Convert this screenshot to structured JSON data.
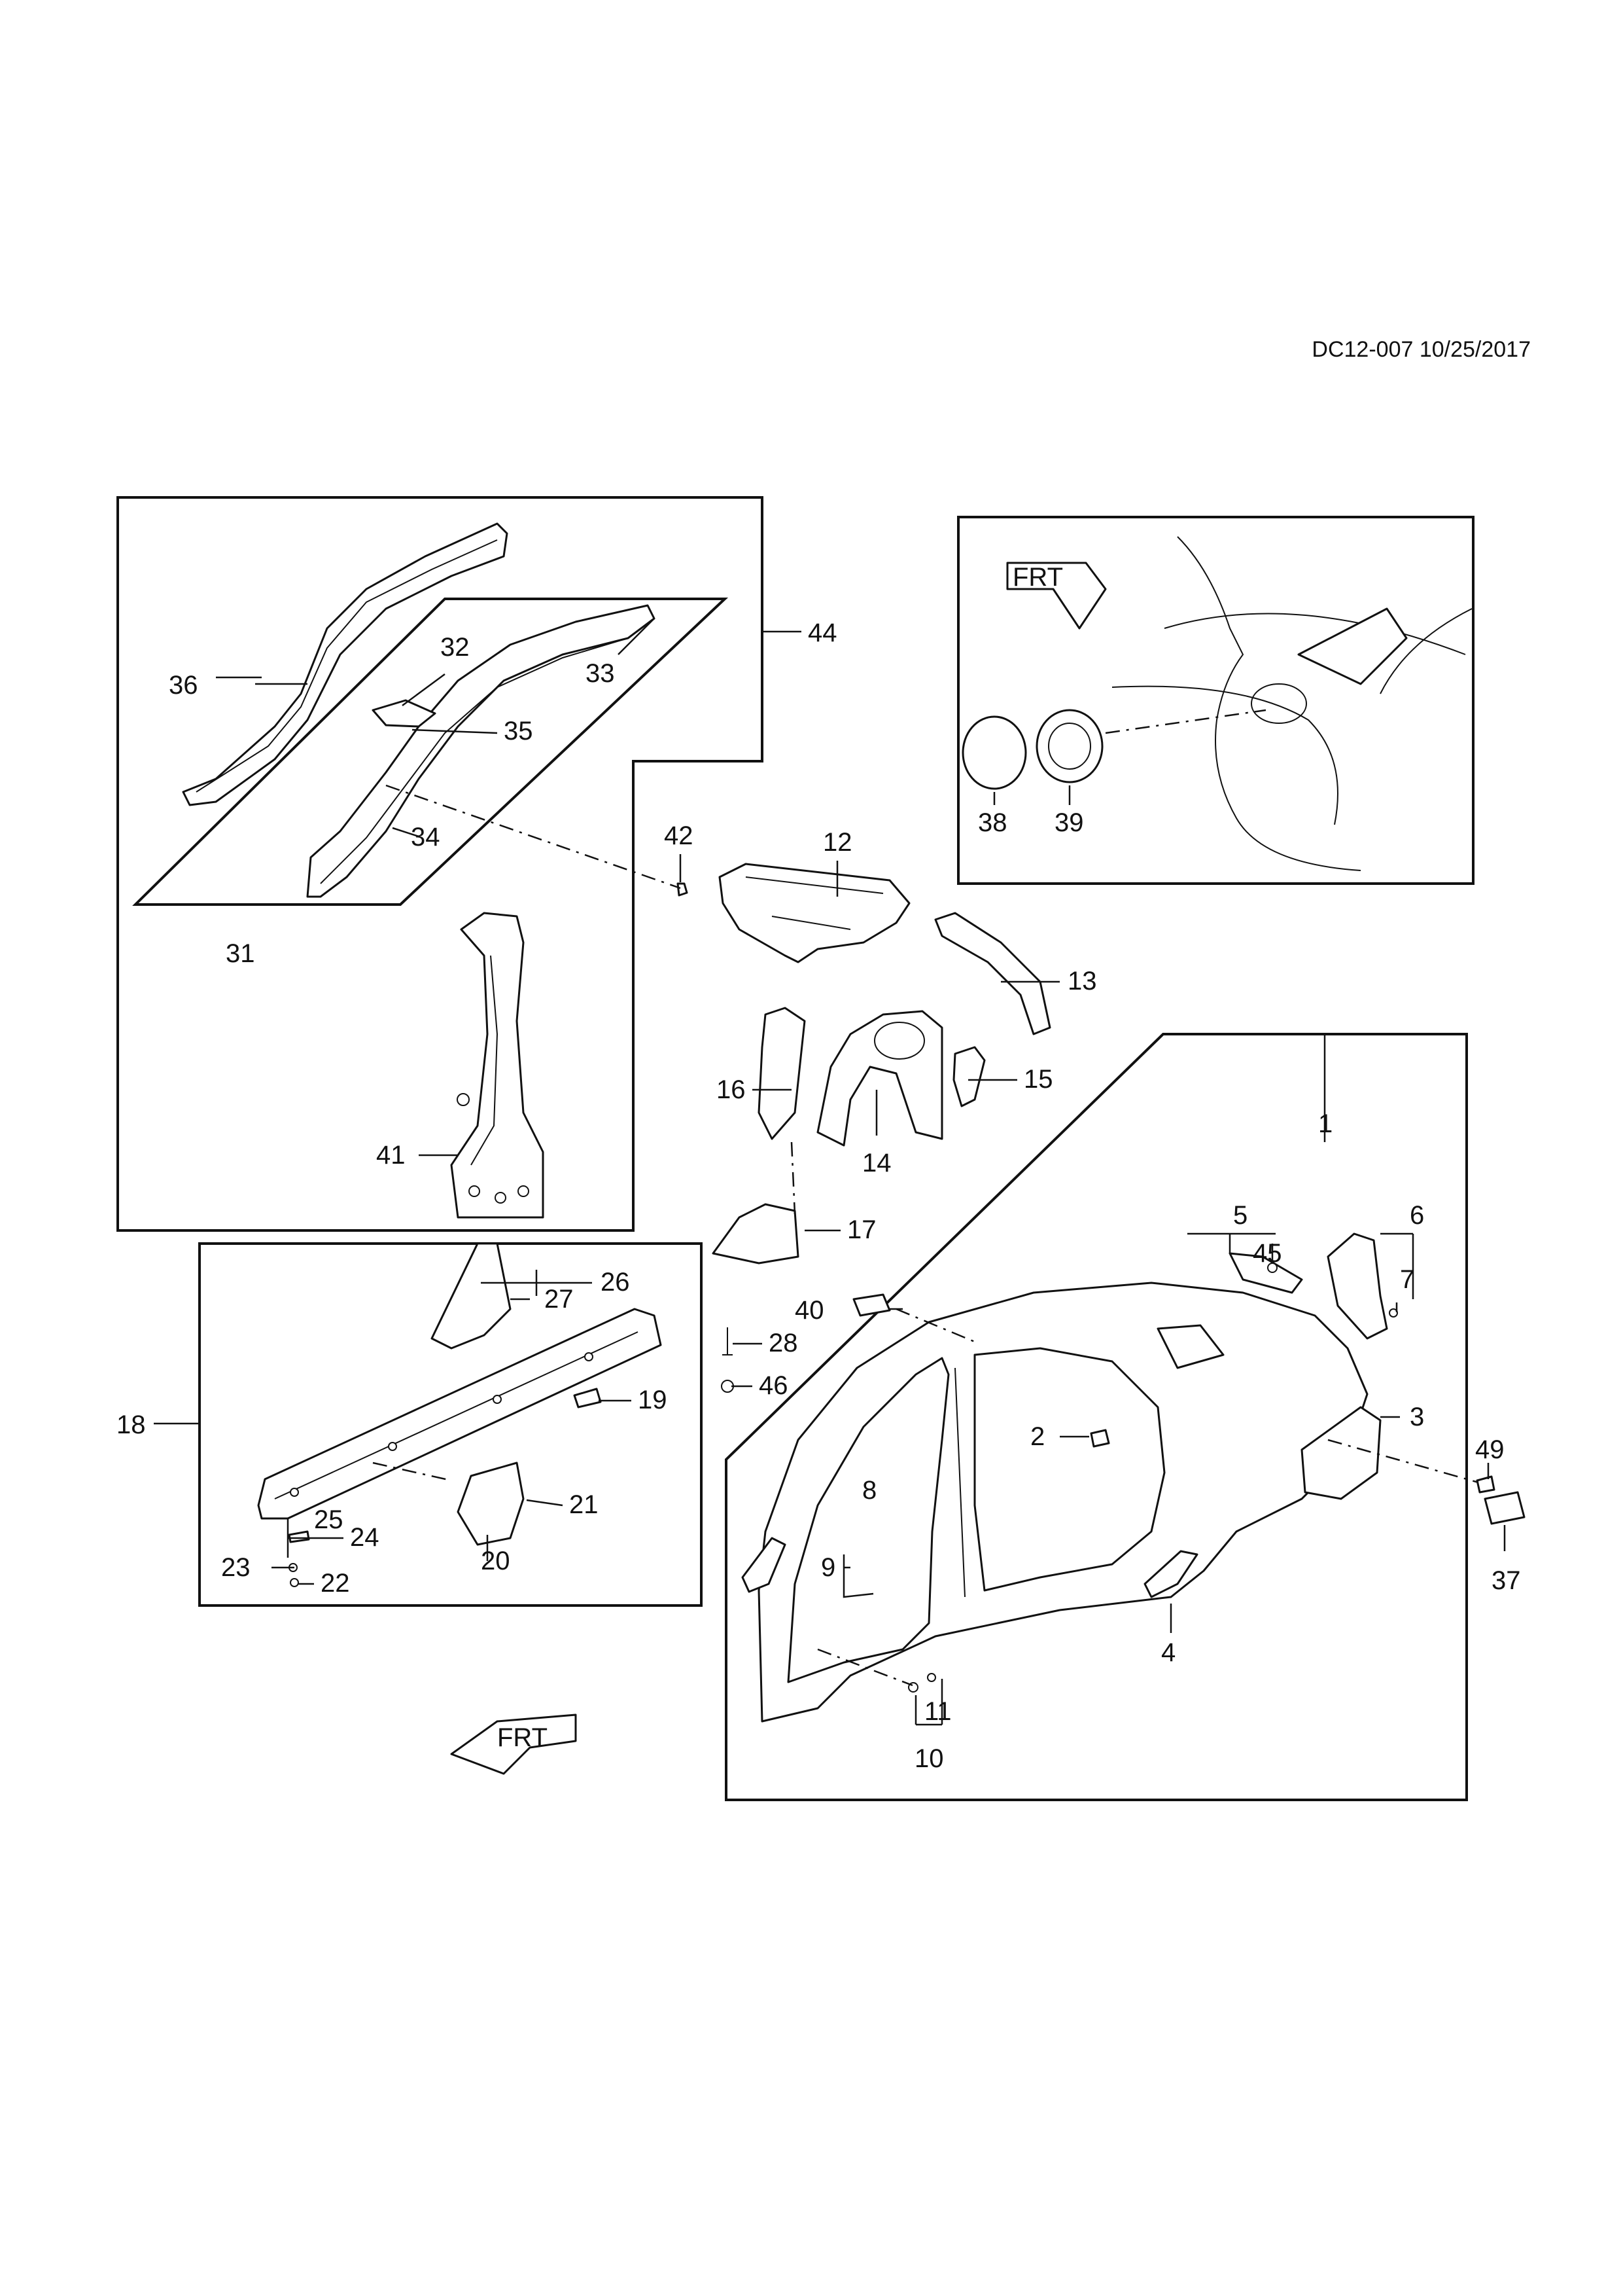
{
  "header": {
    "doc_id": "DC12-007 10/25/2017"
  },
  "callouts": {
    "c1": "1",
    "c2": "2",
    "c3": "3",
    "c4": "4",
    "c5": "5",
    "c6": "6",
    "c7": "7",
    "c8": "8",
    "c9": "9",
    "c10": "10",
    "c11": "11",
    "c12": "12",
    "c13": "13",
    "c14": "14",
    "c15": "15",
    "c16": "16",
    "c17": "17",
    "c18": "18",
    "c19": "19",
    "c20": "20",
    "c21": "21",
    "c22": "22",
    "c23": "23",
    "c24": "24",
    "c25": "25",
    "c26": "26",
    "c27": "27",
    "c28": "28",
    "c31": "31",
    "c32": "32",
    "c33": "33",
    "c34": "34",
    "c35": "35",
    "c36": "36",
    "c37": "37",
    "c38": "38",
    "c39": "39",
    "c40": "40",
    "c41": "41",
    "c42": "42",
    "c44": "44",
    "c45": "45",
    "c46": "46",
    "c49": "49"
  },
  "direction_marker": {
    "text": "FRT"
  },
  "colors": {
    "line": "#111111",
    "paper": "#ffffff"
  }
}
